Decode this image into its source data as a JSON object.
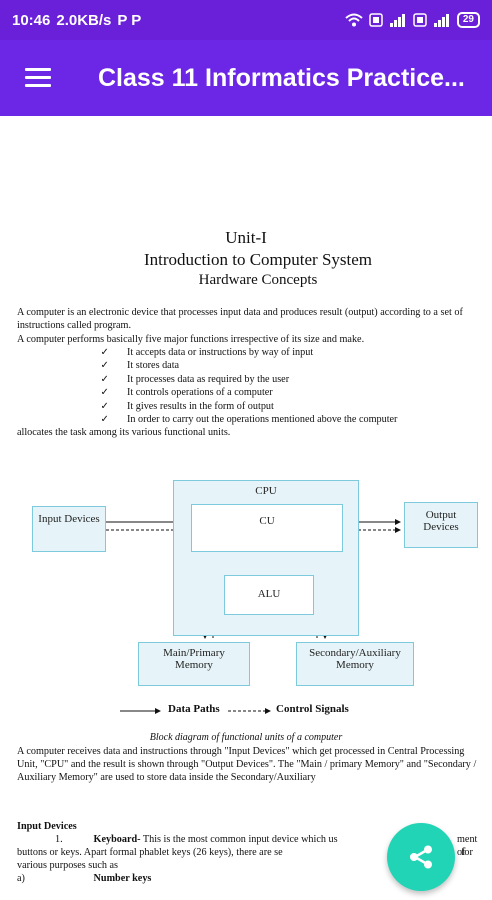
{
  "status_bar": {
    "time": "10:46",
    "speed": "2.0KB/s",
    "app_icons": "P P",
    "battery": "29"
  },
  "app_bar": {
    "title": "Class 11 Informatics Practice..."
  },
  "document": {
    "unit": "Unit-I",
    "title": "Introduction to Computer System",
    "subtitle": "Hardware Concepts",
    "para1": "A computer is an electronic device that processes input data and produces result (output) according to a set of instructions called program.",
    "para2": "A computer performs basically five major functions irrespective of its size and make.",
    "checklist": [
      "It accepts data or instructions by way of input",
      "It stores data",
      "It processes data as required by the user",
      "It controls operations of a computer",
      "It gives results in the form of output",
      "In order to carry out the operations mentioned above the computer"
    ],
    "checklist_cont": "allocates the task among its various functional units.",
    "diagram": {
      "cpu": "CPU",
      "cu": "CU",
      "alu": "ALU",
      "input": "Input Devices",
      "output": "Output Devices",
      "main_memory": "Main/Primary Memory",
      "secondary_memory": "Secondary/Auxiliary Memory",
      "legend_data": "Data Paths",
      "legend_control": "Control Signals"
    },
    "caption": "Block diagram of functional units of a computer",
    "para3": "A computer receives data and instructions through \"Input Devices\" which get processed in Central Processing Unit, \"CPU\" and the result is shown through \"Output Devices\". The \"Main / primary Memory\" and \"Secondary / Auxiliary Memory\" are used to store data inside the Secondary/Auxiliary",
    "section_heading": "Input Devices",
    "item_number": "1.",
    "item_title": "Keyboard-",
    "item_text_1": " This is the most common input device which us",
    "item_text_1_tail": "ment of",
    "item_text_2": "buttons or keys.  Apart formal phablet keys (26 keys), there are se",
    "item_text_2_tail": "for",
    "item_text_3": "various purposes such as",
    "sub_letter": "a)",
    "sub_title": "Number keys"
  }
}
